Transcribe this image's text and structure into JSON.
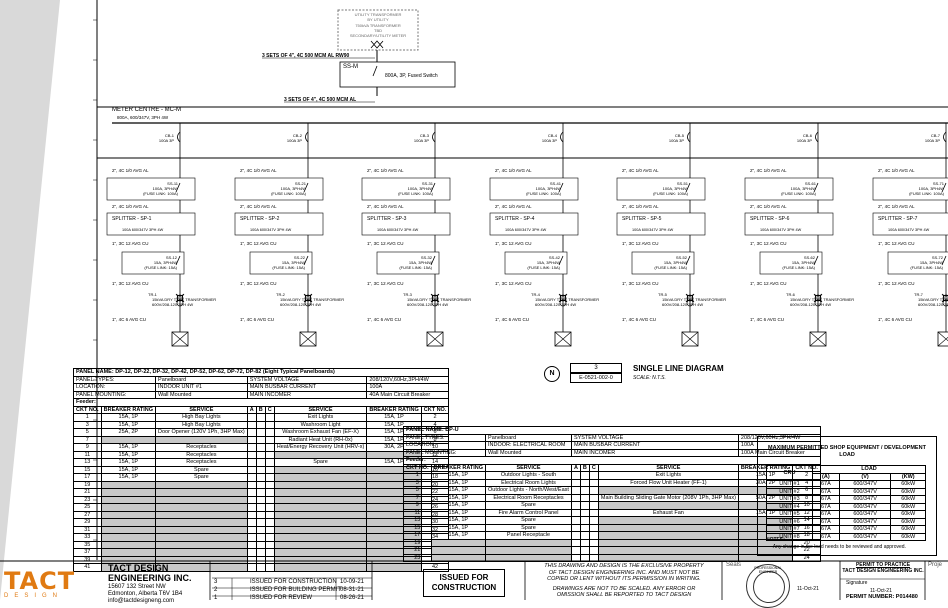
{
  "utility": {
    "line1": "UTILITY TRANSFORMER",
    "line2": "BY UTILITY",
    "line3": "750kVA TRANSFORMER",
    "line4": "TBD",
    "line5": "SECONDARY/UTILITY METER"
  },
  "feeder_main": "3 SETS OF 4\", 4C 500 MCM AL RW90",
  "ssm": {
    "label": "SS-M",
    "desc": "800A, 3P, Fused Switch"
  },
  "feeder_mc": "3 SETS OF 4\", 4C 500 MCM AL",
  "meter_centre": {
    "label": "METER CENTRE - MC-M",
    "desc": "800A, 600/347V, 3PH 4W"
  },
  "branch": {
    "cb_rating": "100A 3P",
    "feeder1": "2\", 4C 1/0 AVG AL",
    "ss_rating": "100A, 3PH4W",
    "ss_fuse": "(FUSE LINK: 100A)",
    "feeder2": "2\", 4C 1/0 AVG AL",
    "splitter_rating": "100A 600/347V 3PH 4W",
    "feeder3": "1\", 3C 12 AVG CU",
    "ss2_rating": "15A, 3PH4W",
    "ss2_fuse": "(FUSE LINK: 15A)",
    "feeder4": "1\", 3C 12 AVG CU",
    "tr_desc1": "15kVA DRY TYPE TRANSFORMER",
    "tr_desc2": "600V/208-120 3PH 4W",
    "feeder5": "1\", 4C 6 AVG CU"
  },
  "branches": [
    {
      "cb": "CB-1",
      "ss1": "SS-11",
      "splitter": "SPLITTER - SP-1",
      "ss2": "SS-12",
      "tr": "TR-1"
    },
    {
      "cb": "CB-2",
      "ss1": "SS-21",
      "splitter": "SPLITTER - SP-2",
      "ss2": "SS-22",
      "tr": "TR-2"
    },
    {
      "cb": "CB-3",
      "ss1": "SS-31",
      "splitter": "SPLITTER - SP-3",
      "ss2": "SS-32",
      "tr": "TR-3"
    },
    {
      "cb": "CB-4",
      "ss1": "SS-41",
      "splitter": "SPLITTER - SP-4",
      "ss2": "SS-42",
      "tr": "TR-4"
    },
    {
      "cb": "CB-5",
      "ss1": "SS-51",
      "splitter": "SPLITTER - SP-5",
      "ss2": "SS-52",
      "tr": "TR-5"
    },
    {
      "cb": "CB-6",
      "ss1": "SS-61",
      "splitter": "SPLITTER - SP-6",
      "ss2": "SS-62",
      "tr": "TR-6"
    },
    {
      "cb": "CB-7",
      "ss1": "SS-71",
      "splitter": "SPLITTER - SP-7",
      "ss2": "SS-72",
      "tr": "TR-7"
    }
  ],
  "sld": {
    "num": "3",
    "ref": "E-0521-002-0",
    "title": "SINGLE LINE DIAGRAM",
    "scale": "SCALE: N.T.S."
  },
  "panel1": {
    "name": "PANEL NAME: DP-12, DP-22, DP-32, DP-42, DP-52, DP-62, DP-72, DP-82  (Eight Typical Panelboards)",
    "type_l": "PANEL TYPES:",
    "type_v": "Panelboard",
    "sys_l": "SYSTEM VOLTAGE",
    "sys_v": "208/120V,60Hz,3PH/4W",
    "loc_l": "LOCATION:",
    "loc_v": "INDOOR  UNIT #1",
    "bus_l": "MAIN BUSBAR CURRENT",
    "bus_v": "100A",
    "mnt_l": "PANEL MOUNTING:",
    "mnt_v": "Wall Mounted",
    "inc_l": "MAIN INCOMER",
    "inc_v": "40A Main Circuit Breaker",
    "feeder": "Feeder:",
    "headers": [
      "CKT NO.",
      "BREAKER RATING",
      "SERVICE",
      "A",
      "B",
      "C",
      "SERVICE",
      "BREAKER RATING",
      "CKT NO."
    ],
    "rows": [
      [
        "1",
        "15A, 1P",
        "High Bay Lights",
        "Exit Lights",
        "15A, 1P",
        "2"
      ],
      [
        "3",
        "15A, 1P",
        "High Bay Lights",
        "Washroom Light",
        "15A, 1P",
        "4"
      ],
      [
        "5",
        "25A, 2P",
        "Door Opener (120V 1Ph, 3HP Max)",
        "Washroom Exhaust Fan (EF-X)",
        "15A, 1P",
        "6"
      ],
      [
        "7",
        "",
        "",
        "Radiant Heat Unit (RH-0x)",
        "15A, 1P",
        "8"
      ],
      [
        "9",
        "15A, 1P",
        "Receptacles",
        "Heat/Energy Recovery Unit (HRV-x)",
        "30A, 2P",
        "10"
      ],
      [
        "11",
        "15A, 1P",
        "Receptacles",
        "",
        "",
        "12"
      ],
      [
        "13",
        "15A, 1P",
        "Receptacles",
        "Spare",
        "15A, 1P",
        "14"
      ],
      [
        "15",
        "15A, 1P",
        "Spare",
        "",
        "",
        "16"
      ],
      [
        "17",
        "15A, 1P",
        "Spare",
        "",
        "",
        "18"
      ],
      [
        "19",
        "",
        "",
        "",
        "",
        "20"
      ],
      [
        "21",
        "",
        "",
        "",
        "",
        "22"
      ],
      [
        "23",
        "",
        "",
        "",
        "",
        "24"
      ],
      [
        "25",
        "",
        "",
        "",
        "",
        "26"
      ],
      [
        "27",
        "",
        "",
        "",
        "",
        "28"
      ],
      [
        "29",
        "",
        "",
        "",
        "",
        "30"
      ],
      [
        "31",
        "",
        "",
        "",
        "",
        "32"
      ],
      [
        "33",
        "",
        "",
        "",
        "",
        "34"
      ],
      [
        "35",
        "",
        "",
        "",
        "",
        "36"
      ],
      [
        "37",
        "",
        "",
        "",
        "",
        "38"
      ],
      [
        "39",
        "",
        "",
        "",
        "",
        "40"
      ],
      [
        "41",
        "",
        "",
        "",
        "",
        "42"
      ]
    ]
  },
  "panel2": {
    "name": "PANEL NAME: DP-U",
    "type_l": "PANEL TYPES:",
    "type_v": "Panelboard",
    "sys_l": "SYSTEM VOLTAGE",
    "sys_v": "208/120V,60Hz,3PH/4W",
    "loc_l": "LOCATION:",
    "loc_v": "INDOOR:  ELECTRICAL ROOM",
    "bus_l": "MAIN BUSBAR CURRENT",
    "bus_v": "100A",
    "mnt_l": "PANEL MOUNTING:",
    "mnt_v": "Wall Mounted",
    "inc_l": "MAIN INCOMER",
    "inc_v": "100A Main Circuit Breaker",
    "feeder": "Feeder:",
    "headers": [
      "CKT NO.",
      "BREAKER RATING",
      "SERVICE",
      "A",
      "B",
      "C",
      "SERVICE",
      "BREAKER RATING",
      "CKT NO."
    ],
    "rows": [
      [
        "1",
        "15A, 1P",
        "Outdoor Lights - South",
        "Exit Lights",
        "15A, 1P",
        "2"
      ],
      [
        "3",
        "15A, 1P",
        "Electrical Room Lights",
        "Forced Flow Unit Heater (FF-1)",
        "30A, 2P",
        "4"
      ],
      [
        "5",
        "15A, 1P",
        "Outdoor Lights - North/West/East",
        "",
        "",
        "6"
      ],
      [
        "7",
        "15A, 1P",
        "Electrical Room Receptacles",
        "Main Building Sliding Gate Motor (208V 1Ph, 3HP Max)",
        "50A, 2P",
        "8"
      ],
      [
        "9",
        "15A, 1P",
        "Spare",
        "",
        "",
        "10"
      ],
      [
        "11",
        "15A, 1P",
        "Fire Alarm Control Panel",
        "Exhaust Fan",
        "15A, 1P",
        "12"
      ],
      [
        "13",
        "15A, 1P",
        "Spare",
        "",
        "",
        "14"
      ],
      [
        "15",
        "15A, 1P",
        "Spare",
        "",
        "",
        "16"
      ],
      [
        "17",
        "15A, 1P",
        "Panel Receptacle",
        "",
        "",
        "18"
      ],
      [
        "19",
        "",
        "",
        "",
        "",
        "20"
      ],
      [
        "21",
        "",
        "",
        "",
        "",
        "22"
      ],
      [
        "23",
        "",
        "",
        "",
        "",
        "24"
      ]
    ]
  },
  "load_table": {
    "title": "MAXIMUM PERMITTED SHOP EQUIPMENT / DEVELOPMENT LOAD",
    "headers": [
      "CRU",
      "LOAD",
      "(A)",
      "(V)",
      "(KW)"
    ],
    "rows": [
      [
        "UNIT #1",
        "67A",
        "600/347V",
        "60kW"
      ],
      [
        "UNIT #2",
        "67A",
        "600/347V",
        "60kW"
      ],
      [
        "UNIT #3",
        "67A",
        "600/347V",
        "60kW"
      ],
      [
        "UNIT #4",
        "67A",
        "600/347V",
        "60kW"
      ],
      [
        "UNIT #5",
        "67A",
        "600/347V",
        "60kW"
      ],
      [
        "UNIT #6",
        "67A",
        "600/347V",
        "60kW"
      ],
      [
        "UNIT #7",
        "67A",
        "600/347V",
        "60kW"
      ],
      [
        "UNIT #8",
        "67A",
        "600/347V",
        "60kW"
      ]
    ],
    "notes_title": "NOTES:",
    "note": "- Any change in the load needs to be reviewed and approved."
  },
  "title_block": {
    "logo": "TACT",
    "logo_sub": "DESIGN",
    "company1": "TACT DESIGN",
    "company2": "ENGINEERING INC.",
    "addr1": "15607 132 Street NW",
    "addr2": "Edmonton, Alberta T6V 1B4",
    "addr3": "info@tactdesigneng.com",
    "revisions": [
      {
        "no": "3",
        "desc": "ISSUED FOR CONSTRUCTION",
        "date": "10-09-21"
      },
      {
        "no": "2",
        "desc": "ISSUED FOR BUILDING PERMIT",
        "date": "08-31-21"
      },
      {
        "no": "1",
        "desc": "ISSUED FOR REVIEW",
        "date": "08-26-21"
      }
    ],
    "issued1": "ISSUED FOR",
    "issued2": "CONSTRUCTION",
    "disclaimer1": "THIS DRAWING AND DESIGN IS THE EXCLUSIVE PROPERTY",
    "disclaimer2": "OF TACT DESIGN ENGINEERING INC. AND MUST NOT BE",
    "disclaimer3": "COPIED OR LENT WITHOUT ITS PERMISSION IN WRITING.",
    "disclaimer4": "DRAWINGS ARE NOT TO BE SCALED. ANY ERROR OR",
    "disclaimer5": "OMISSION SHALL BE REPORTED TO TACT DESIGN",
    "seal_label": "Seals",
    "seal_date": "11-Oct-21",
    "stamp_ring": "PROFESSIONAL ENGINEER",
    "permit_title1": "PERMIT TO PRACTICE",
    "permit_title2": "TACT DESIGN ENGINEERING INC.",
    "permit_sig": "Signature",
    "permit_date": "11-Oct-21",
    "permit_no": "PERMIT NUMBER: P014480",
    "project": "Proje"
  }
}
